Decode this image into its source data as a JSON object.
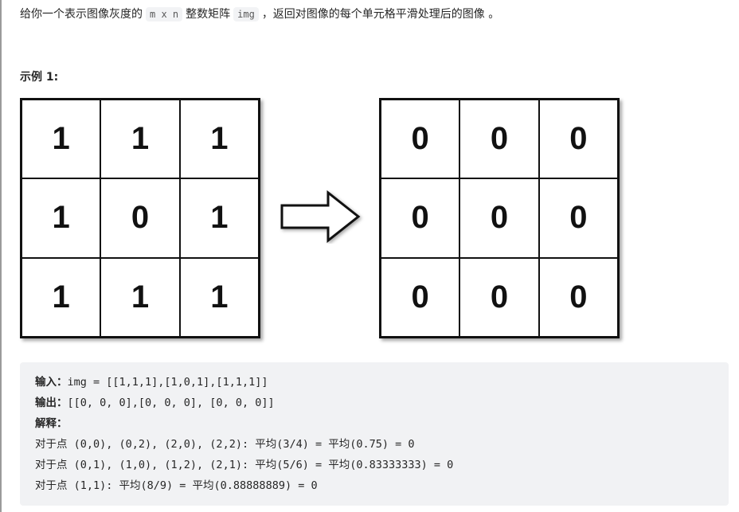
{
  "intro": {
    "text1": "给你一个表示图像灰度的",
    "code1": "m x n",
    "text2": "整数矩阵",
    "code2": "img",
    "text3": "，返回对图像的每个单元格平滑处理后的图像 。"
  },
  "example_title": "示例 1:",
  "input_grid": [
    "1",
    "1",
    "1",
    "1",
    "0",
    "1",
    "1",
    "1",
    "1"
  ],
  "output_grid": [
    "0",
    "0",
    "0",
    "0",
    "0",
    "0",
    "0",
    "0",
    "0"
  ],
  "code_block": {
    "input_label": "输入：",
    "input_value": "img = [[1,1,1],[1,0,1],[1,1,1]]",
    "output_label": "输出：",
    "output_value": "[[0, 0, 0],[0, 0, 0], [0, 0, 0]]",
    "explain_label": "解释：",
    "lines": [
      "对于点 (0,0), (0,2), (2,0), (2,2): 平均(3/4) = 平均(0.75) = 0",
      "对于点 (0,1), (1,0), (1,2), (2,1): 平均(5/6) = 平均(0.83333333) = 0",
      "对于点 (1,1): 平均(8/9) = 平均(0.88888889) = 0"
    ]
  }
}
